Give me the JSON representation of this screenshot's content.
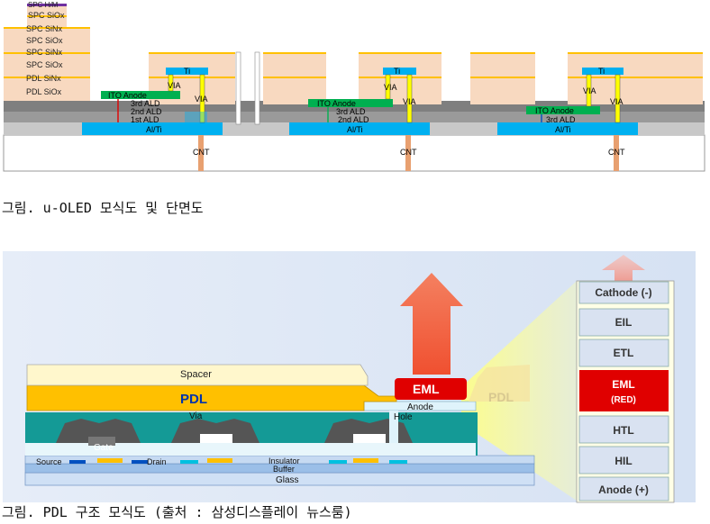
{
  "figure1": {
    "layers": [
      "SPC H/M",
      "SPC SiOx",
      "SPC SiNx",
      "SPC SiOx",
      "SPC SiNx",
      "SPC SiOx",
      "PDL SiNx",
      "PDL SiOx"
    ],
    "ito_anode": "ITO Anode",
    "ald_3rd": "3rd ALD",
    "ald_2nd": "2nd ALD",
    "ald_1st": "1st ALD",
    "ald_3rd_sup": "3rd ALD",
    "ald_2nd_sup": "2nd ALD",
    "ti": "Ti",
    "via": "VIA",
    "al_ti": "Al/Ti",
    "cnt": "CNT",
    "caption": "그림. u-OLED 모식도 및 단면도"
  },
  "figure2": {
    "spacer": "Spacer",
    "pdl": "PDL",
    "pdl_right": "PDL",
    "eml": "EML",
    "anode": "Anode",
    "hole": "Hole",
    "via": "Via",
    "gate": "Gate",
    "source": "Source",
    "drain": "Drain",
    "insulator": "Insulator",
    "buffer": "Buffer",
    "glass": "Glass",
    "stack": [
      "Cathode (-)",
      "EIL",
      "ETL",
      "EML",
      "(RED)",
      "HTL",
      "HIL",
      "Anode (+)"
    ],
    "caption": "그림. PDL 구조 모식도 (출처 : 삼성디스플레이 뉴스룸)"
  },
  "colors": {
    "orange_layer": "#f8d9c0",
    "yellow_line": "#ffc000",
    "ito_green": "#00b050",
    "alti_blue": "#00b0f0",
    "cnt_orange": "#e8a070",
    "pdl_gold": "#ffc000",
    "eml_red": "#e00000",
    "teal": "#149a96",
    "arrow_orange": "#f06040"
  }
}
